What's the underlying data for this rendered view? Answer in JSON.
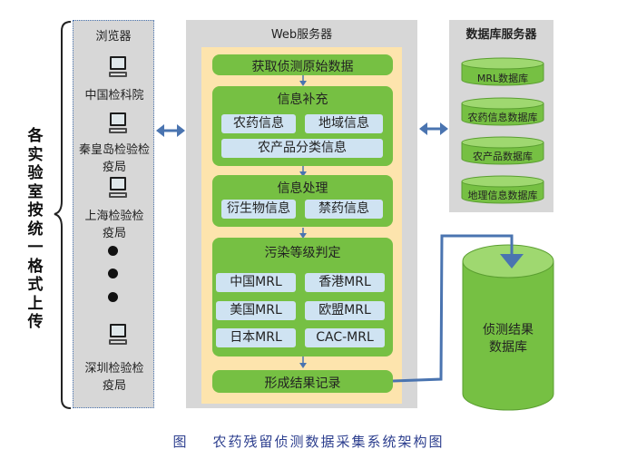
{
  "left_label": "各实验室按统一格式上传",
  "browser": {
    "title": "浏览器",
    "clients": [
      "中国检科院",
      "秦皇岛检验检疫局",
      "上海检验检疫局",
      "深圳检验检疫局"
    ]
  },
  "web_server": {
    "title": "Web服务器",
    "step1": "获取侦测原始数据",
    "info_supplement": {
      "title": "信息补充",
      "items": [
        "农药信息",
        "地域信息",
        "农产品分类信息"
      ]
    },
    "info_processing": {
      "title": "信息处理",
      "items": [
        "衍生物信息",
        "禁药信息"
      ]
    },
    "pollution": {
      "title": "污染等级判定",
      "items": [
        "中国MRL",
        "香港MRL",
        "美国MRL",
        "欧盟MRL",
        "日本MRL",
        "CAC-MRL"
      ]
    },
    "final_step": "形成结果记录"
  },
  "db_server": {
    "title": "数据库服务器",
    "databases": [
      "MRL数据库",
      "农药信息数据库",
      "农产品数据库",
      "地理信息数据库"
    ]
  },
  "result_db": "侦测结果数据库",
  "caption": "图    农药残留侦测数据采集系统架构图",
  "colors": {
    "green": "#76c043",
    "blue_cell": "#cfe3f2",
    "panel": "#d7d7d7",
    "inner": "#fde4ad",
    "arrow": "#4a74b0"
  }
}
